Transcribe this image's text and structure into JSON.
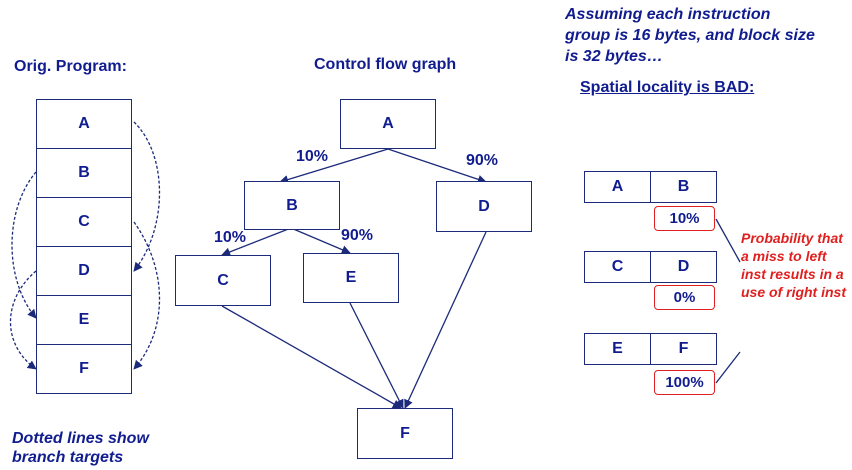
{
  "headings": {
    "orig_program": "Orig. Program:",
    "cfg": "Control flow graph",
    "spatial": "Spatial locality is BAD:"
  },
  "assumption_text": "Assuming each instruction group is 16 bytes, and block size is 32 bytes…",
  "footnote": "Dotted lines show branch targets",
  "program_blocks": [
    "A",
    "B",
    "C",
    "D",
    "E",
    "F"
  ],
  "cfg": {
    "nodes": {
      "A": "A",
      "B": "B",
      "C": "C",
      "D": "D",
      "E": "E",
      "F": "F"
    },
    "edges": [
      {
        "from": "A",
        "to": "B",
        "label": "10%"
      },
      {
        "from": "A",
        "to": "D",
        "label": "90%"
      },
      {
        "from": "B",
        "to": "C",
        "label": "10%"
      },
      {
        "from": "B",
        "to": "E",
        "label": "90%"
      },
      {
        "from": "C",
        "to": "F",
        "label": ""
      },
      {
        "from": "E",
        "to": "F",
        "label": ""
      },
      {
        "from": "D",
        "to": "F",
        "label": ""
      }
    ]
  },
  "cache_blocks": [
    {
      "left": "A",
      "right": "B",
      "probability": "10%"
    },
    {
      "left": "C",
      "right": "D",
      "probability": "0%"
    },
    {
      "left": "E",
      "right": "F",
      "probability": "100%"
    }
  ],
  "probability_note": "Probability that a miss to left inst results in a use of right inst",
  "colors": {
    "text": "#111d8f",
    "accent": "#e02020",
    "border": "#1c2a7a"
  }
}
